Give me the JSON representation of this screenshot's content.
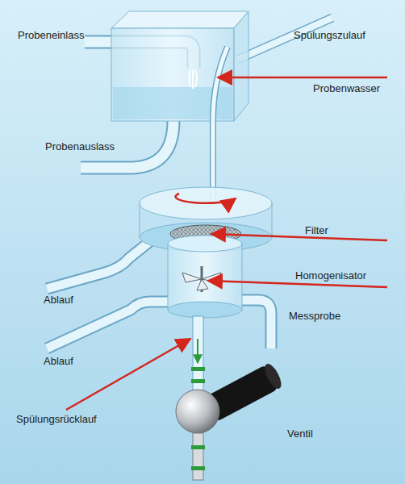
{
  "diagram": {
    "labels": [
      "Probeneinlass",
      "Spülungszulauf",
      "Probenwasser",
      "Probenauslass",
      "Filter",
      "Homogenisator",
      "Ablauf",
      "Messprobe",
      "Ablauf",
      "Spülungsrücklauf",
      "Ventil"
    ]
  }
}
